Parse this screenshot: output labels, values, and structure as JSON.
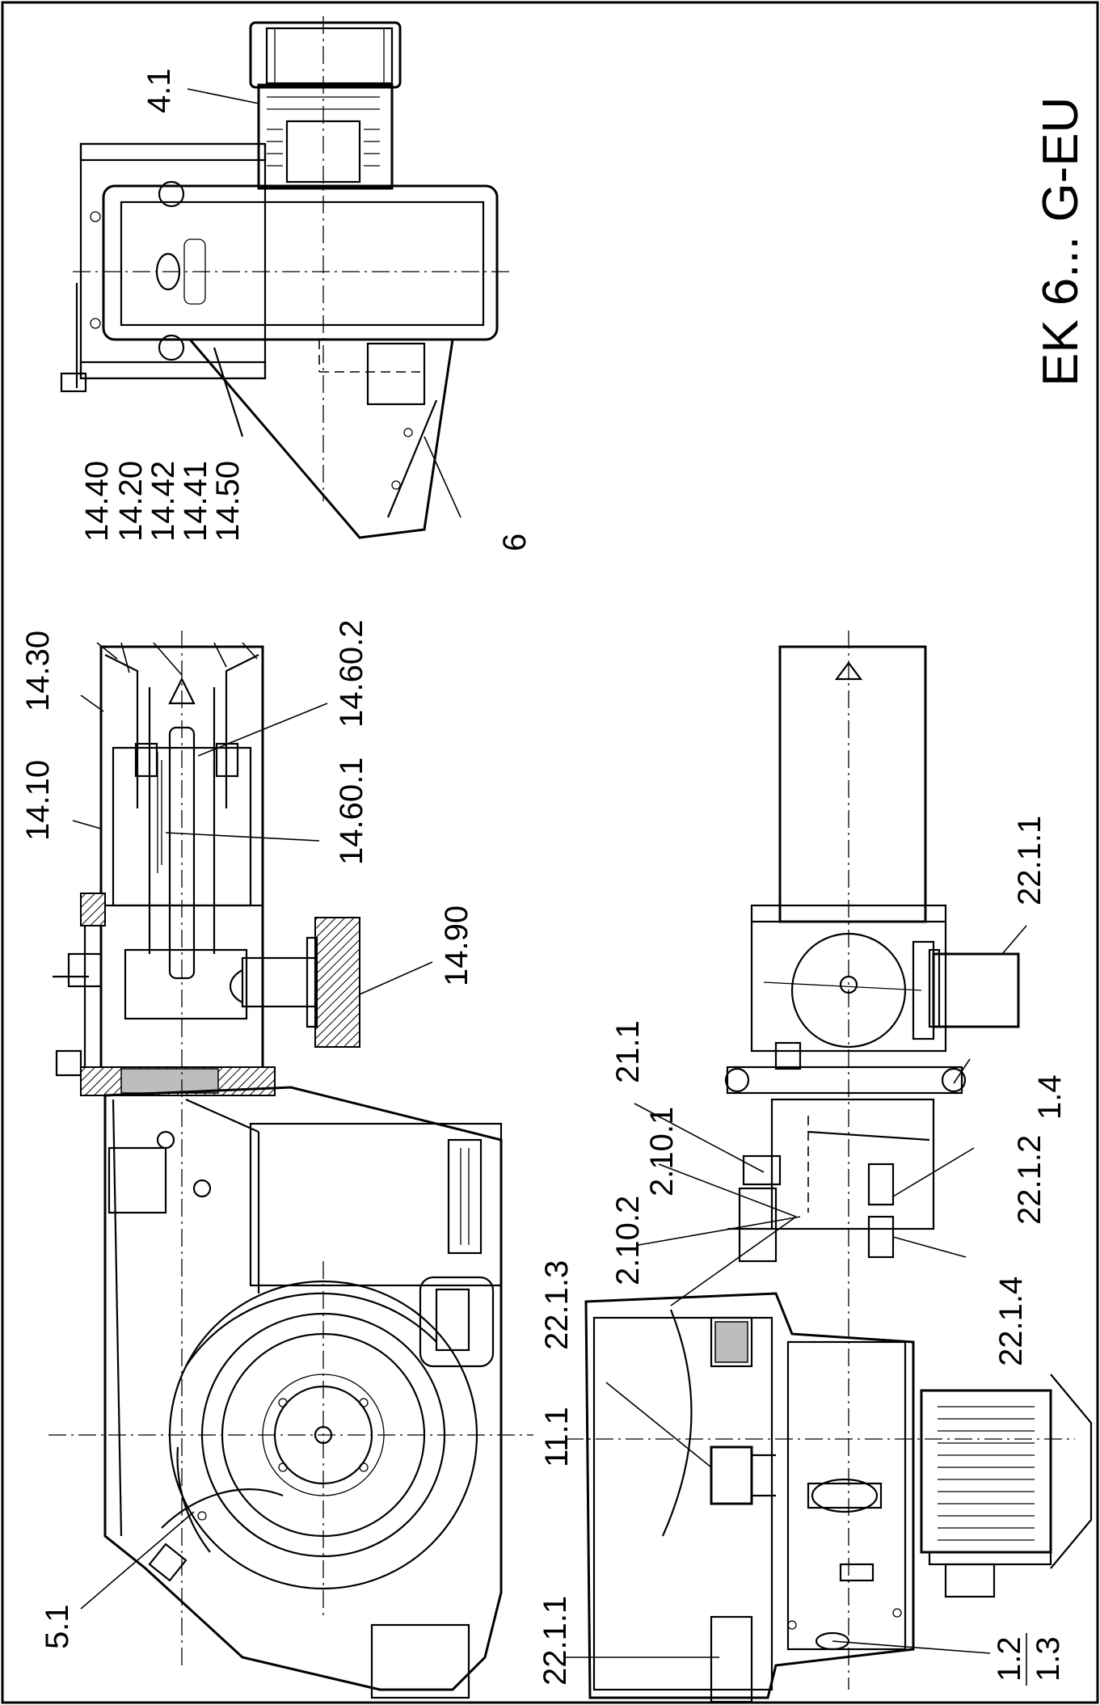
{
  "title": "EK 6... G-EU",
  "callouts": {
    "c_4_1": "4.1",
    "c_6": "6",
    "c_14_40": "14.40",
    "c_14_20": "14.20",
    "c_14_42": "14.42",
    "c_14_41": "14.41",
    "c_14_50": "14.50",
    "c_14_30": "14.30",
    "c_14_10": "14.10",
    "c_14_60_2": "14.60.2",
    "c_14_60_1": "14.60.1",
    "c_14_90": "14.90",
    "c_5_1": "5.1",
    "c_22_1_1_top": "22.1.1",
    "c_21_1": "21.1",
    "c_2_10_1": "2.10.1",
    "c_2_10_2": "2.10.2",
    "c_22_1_3": "22.1.3",
    "c_11_1": "11.1",
    "c_22_1_1_bottom": "22.1.1",
    "c_1_4": "1.4",
    "c_22_1_2": "22.1.2",
    "c_22_1_4": "22.1.4",
    "c_1_2": "1.2",
    "c_1_3": "1.3"
  }
}
